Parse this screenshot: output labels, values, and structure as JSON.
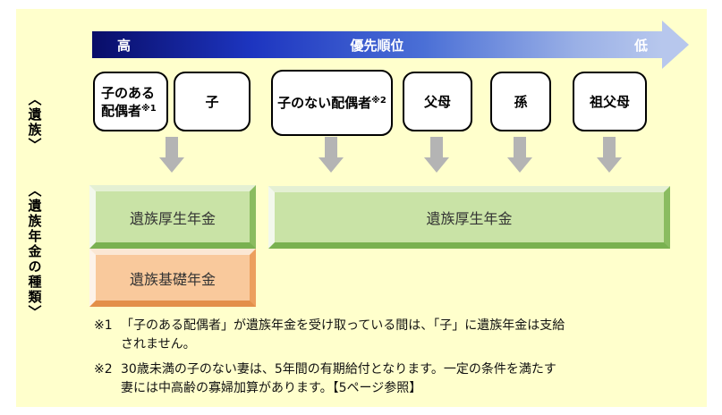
{
  "colors": {
    "panel_bg": "#FFFFCC",
    "arrow_gradient_dark": "#090d68",
    "arrow_gradient_light": "#b7c7ed",
    "green_fill": "#c9e3a6",
    "orange_fill": "#f9c99c",
    "gray_arrow": "#b4b4b4"
  },
  "priority_bar": {
    "high": "高",
    "title": "優先順位",
    "low": "低"
  },
  "side_labels": {
    "survivors": "〈遺族〉",
    "pension_types": "〈遺族年金の種類〉"
  },
  "survivors": [
    {
      "line1": "子のある",
      "line2": "配偶者",
      "sup": "※1"
    },
    {
      "line1": "子"
    },
    {
      "line1": "子のない配偶者",
      "sup": "※2"
    },
    {
      "line1": "父母"
    },
    {
      "line1": "孫"
    },
    {
      "line1": "祖父母"
    }
  ],
  "pensions": {
    "left_top": "遺族厚生年金",
    "left_bottom": "遺族基礎年金",
    "right": "遺族厚生年金"
  },
  "footnotes": [
    {
      "marker": "※1",
      "line1": "「子のある配偶者」が遺族年金を受け取っている間は、「子」に遺族年金は支給",
      "line2": "されません。"
    },
    {
      "marker": "※2",
      "line1": "30歳未満の子のない妻は、5年間の有期給付となります。一定の条件を満たす",
      "line2": "妻には中高齢の寡婦加算があります。【5ページ参照】"
    }
  ]
}
